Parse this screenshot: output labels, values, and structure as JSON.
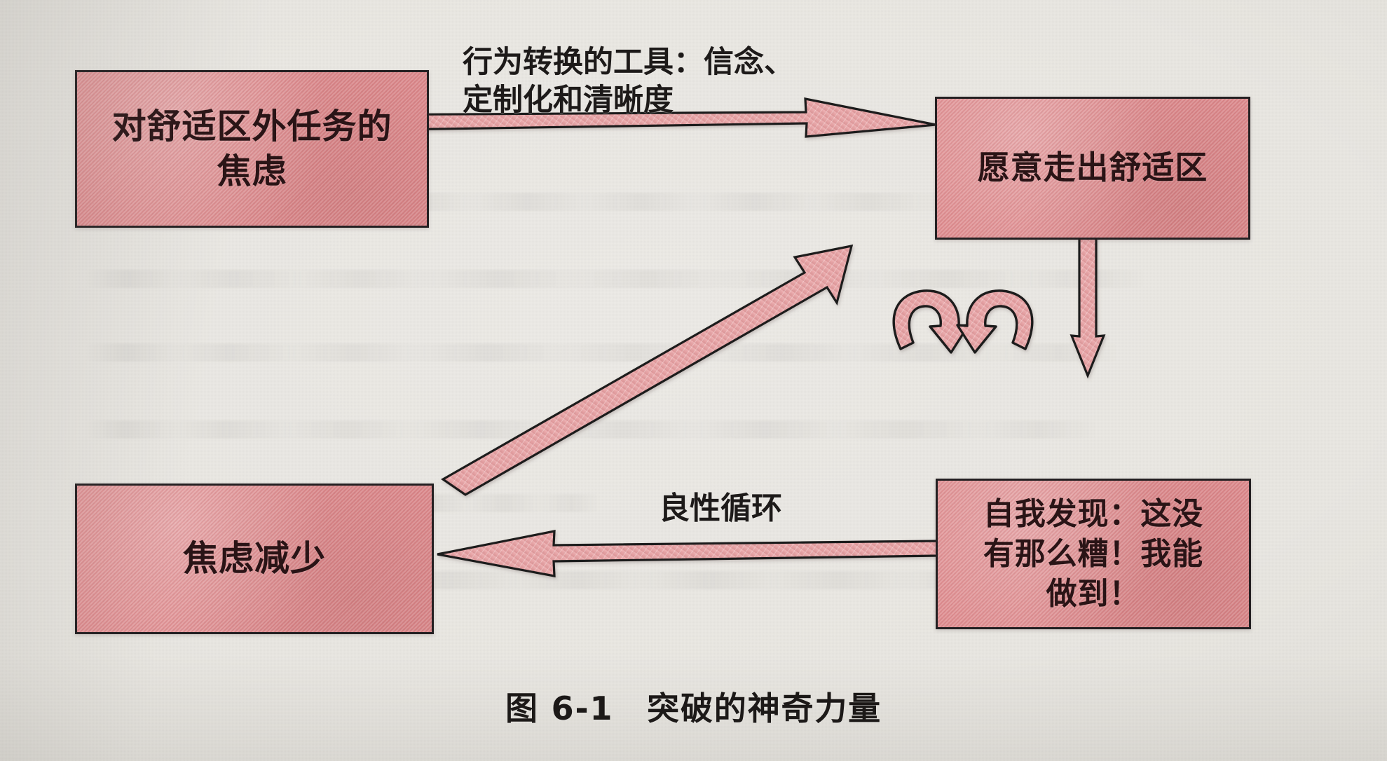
{
  "figure": {
    "caption": "图 6-1　突破的神奇力量",
    "box_fill_color": "#e08b8e",
    "box_border_color": "#242022",
    "arrow_fill_color": "#eaa9ab",
    "arrow_stroke_color": "#1e1b1a",
    "paper_color": "#e9e7e2",
    "text_color": "#2a1416"
  },
  "nodes": {
    "anxiety_outside_comfort_zone": {
      "label": "对舒适区外任务的焦虑",
      "line1": "对舒适区外任务的",
      "line2": "焦虑"
    },
    "willing_to_leave_comfort_zone": {
      "label": "愿意走出舒适区"
    },
    "self_discovery": {
      "label": "自我发现：这没有那么糟！我能做到！",
      "line1": "自我发现：这没",
      "line2": "有那么糟！我能",
      "line3": "做到！"
    },
    "anxiety_reduced": {
      "label": "焦虑减少"
    }
  },
  "edge_labels": {
    "behavior_change_tools": {
      "line1": "行为转换的工具：信念、",
      "line2": "定制化和清晰度"
    },
    "virtuous_cycle": {
      "text": "良性循环"
    }
  },
  "icons": {
    "cycle_arrows": "circular-recycle-arrows-icon"
  }
}
